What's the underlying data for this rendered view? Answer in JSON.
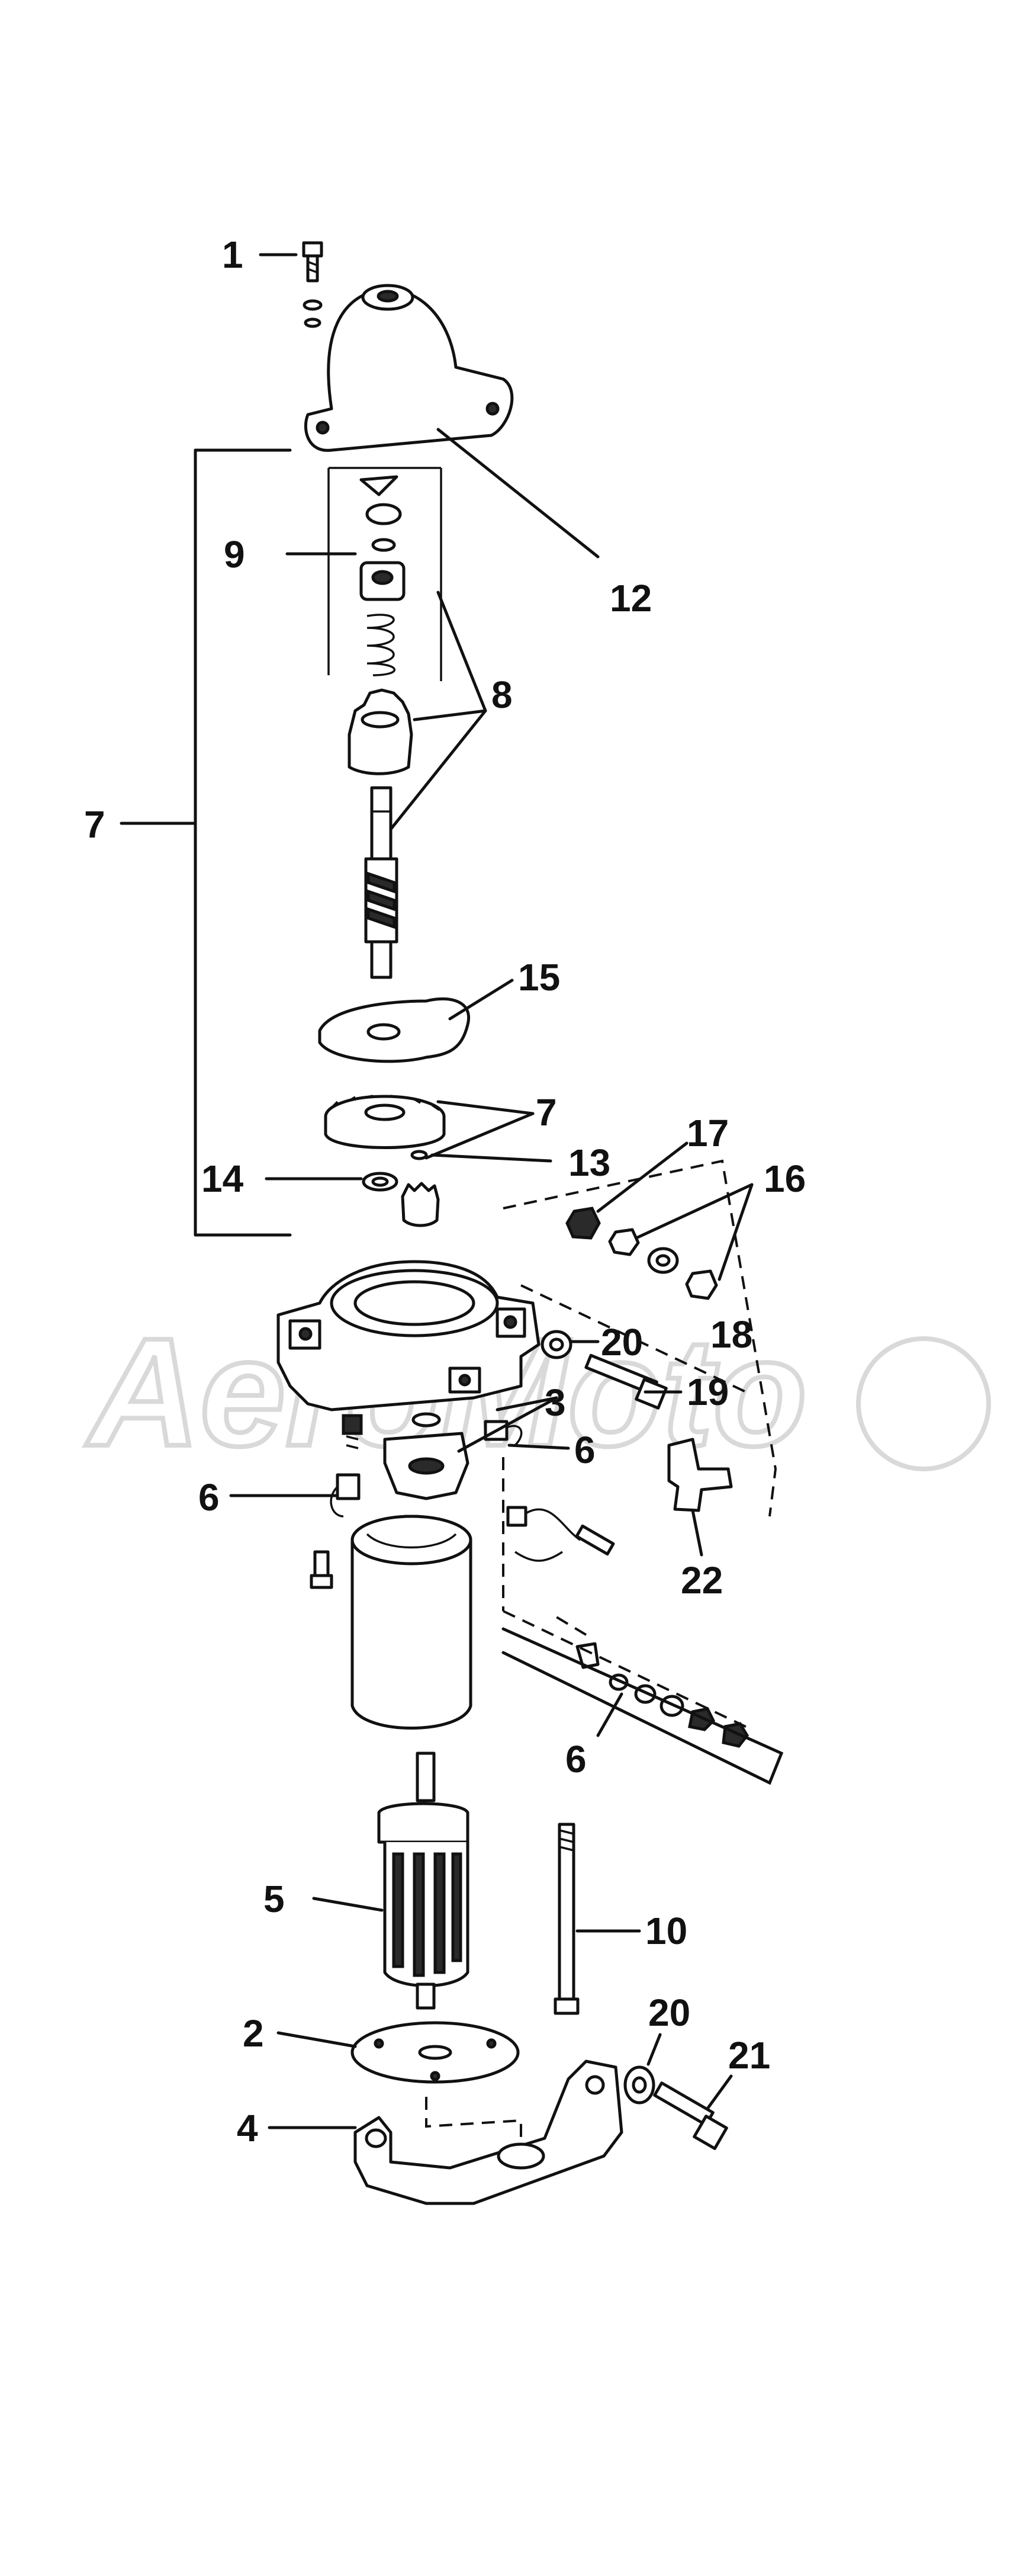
{
  "watermark": {
    "text": "AeroMoto",
    "color": "#d9d9d9"
  },
  "callouts": [
    {
      "id": "c1",
      "label": "1"
    },
    {
      "id": "c12",
      "label": "12"
    },
    {
      "id": "c9",
      "label": "9"
    },
    {
      "id": "c8",
      "label": "8"
    },
    {
      "id": "c7a",
      "label": "7"
    },
    {
      "id": "c15",
      "label": "15"
    },
    {
      "id": "c7b",
      "label": "7"
    },
    {
      "id": "c14",
      "label": "14"
    },
    {
      "id": "c13",
      "label": "13"
    },
    {
      "id": "c17",
      "label": "17"
    },
    {
      "id": "c16",
      "label": "16"
    },
    {
      "id": "c18",
      "label": "18"
    },
    {
      "id": "c20a",
      "label": "20"
    },
    {
      "id": "c19",
      "label": "19"
    },
    {
      "id": "c3",
      "label": "3"
    },
    {
      "id": "c6a",
      "label": "6"
    },
    {
      "id": "c6b",
      "label": "6"
    },
    {
      "id": "c22",
      "label": "22"
    },
    {
      "id": "c6c",
      "label": "6"
    },
    {
      "id": "c5",
      "label": "5"
    },
    {
      "id": "c10",
      "label": "10"
    },
    {
      "id": "c2",
      "label": "2"
    },
    {
      "id": "c20b",
      "label": "20"
    },
    {
      "id": "c21",
      "label": "21"
    },
    {
      "id": "c4",
      "label": "4"
    }
  ],
  "colors": {
    "ink": "#111111",
    "background": "#ffffff"
  }
}
